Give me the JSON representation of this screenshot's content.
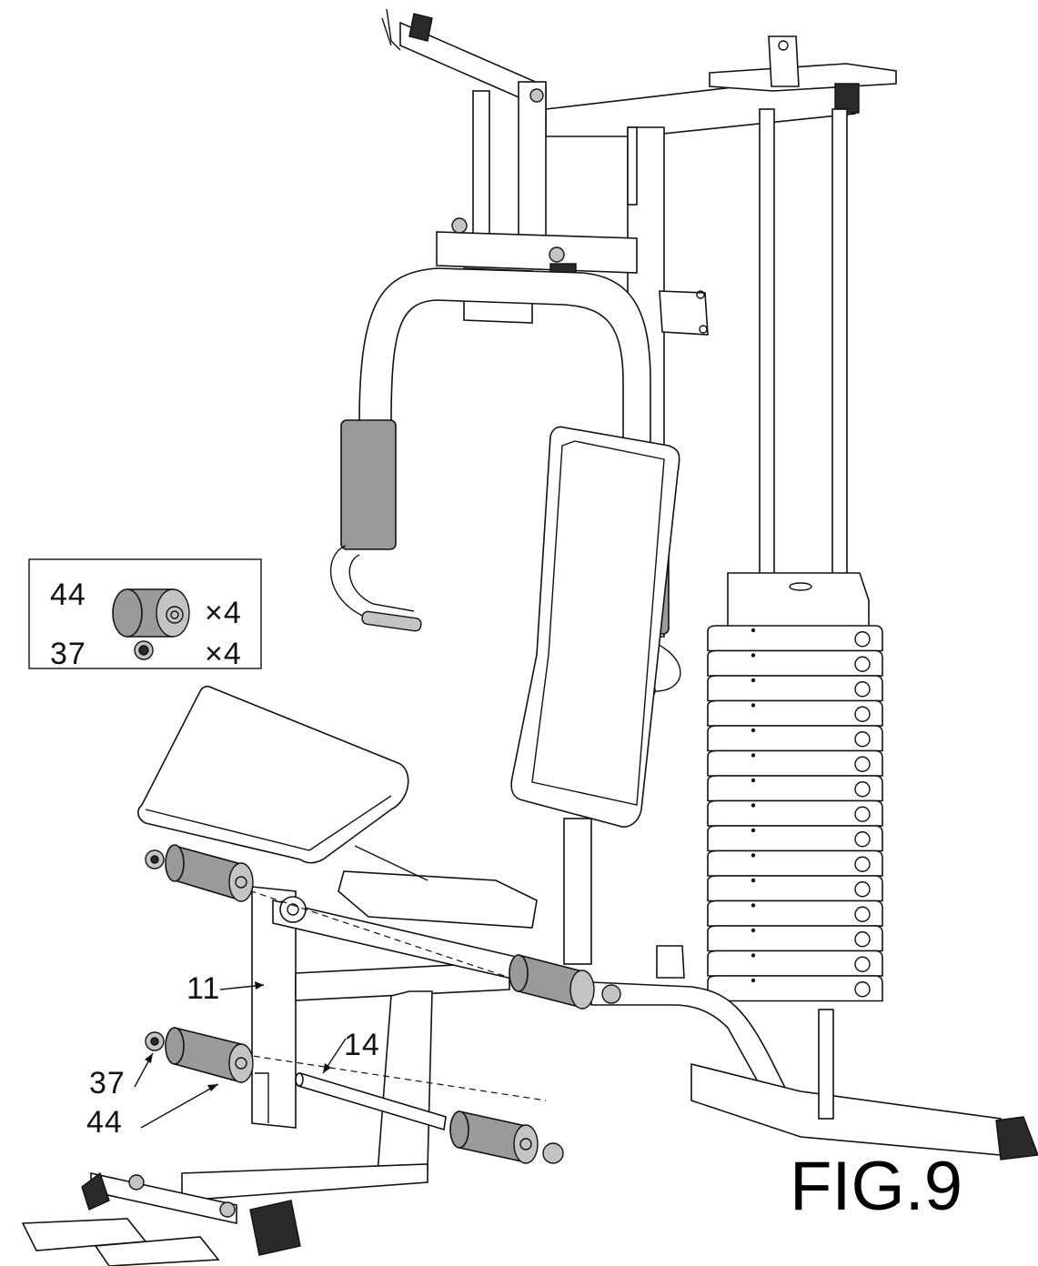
{
  "figure": {
    "title": "FIG.9"
  },
  "parts_box": {
    "rows": [
      {
        "part_no": "44",
        "qty": "×4",
        "icon": "foam-roller-icon"
      },
      {
        "part_no": "37",
        "qty": "×4",
        "icon": "end-cap-icon"
      }
    ]
  },
  "callouts": {
    "c11": "11",
    "c14": "14",
    "c37": "37",
    "c44": "44"
  }
}
